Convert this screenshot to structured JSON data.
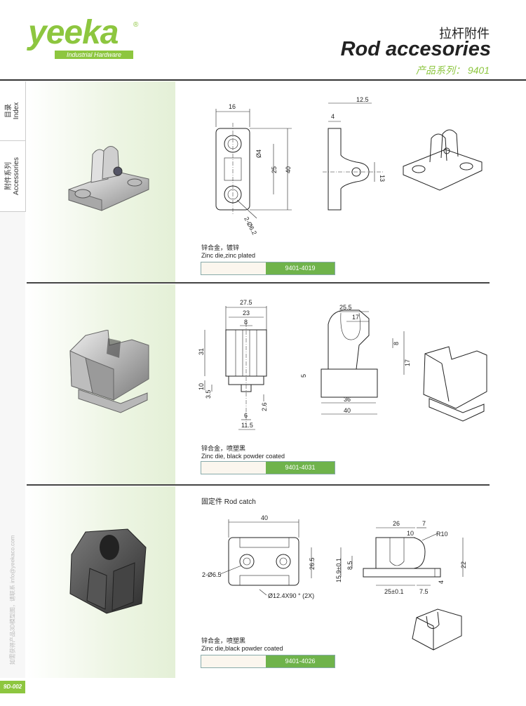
{
  "header": {
    "brand": "yeeka",
    "brand_sub": "Industrial Hardware",
    "registered_mark": "®",
    "title_cn": "拉杆附件",
    "title_en": "Rod accesories",
    "series": "产品系列： 9401"
  },
  "sidebar": {
    "tabs": [
      {
        "cn": "目录",
        "en": "Index"
      },
      {
        "cn": "附件系列",
        "en": "Accessories"
      }
    ],
    "note": "如需获得产品3D模型图，请联系 info@yeekaco.com",
    "page_number": "9D-002"
  },
  "products": [
    {
      "caption_cn": "锌合金，镀锌",
      "caption_en": "Zinc die,zinc plated",
      "code": "9401-4019",
      "dims_front": [
        "16",
        "Ø4",
        "25",
        "40",
        "2-Ø6.2"
      ],
      "dims_side": [
        "12.5",
        "4",
        "13"
      ]
    },
    {
      "caption_cn": "锌合金，喷塑黑",
      "caption_en": "Zinc die, black powder coated",
      "code": "9401-4031",
      "dims_front": [
        "27.5",
        "23",
        "8",
        "31",
        "10",
        "3.5",
        "2.6",
        "6",
        "11.5"
      ],
      "dims_side": [
        "25.5",
        "17",
        "8",
        "17",
        "5",
        "36",
        "40"
      ]
    },
    {
      "title": "固定件  Rod catch",
      "caption_cn": "锌合金，喷塑黑",
      "caption_en": "Zinc die,black powder coated",
      "code": "9401-4026",
      "dims_front": [
        "40",
        "2-Ø6.5",
        "26.5",
        "Ø12.4X90 ° (2X)"
      ],
      "dims_side": [
        "26",
        "7",
        "10",
        "R10",
        "15.9±0.1",
        "8.5",
        "22",
        "4",
        "25±0.1",
        "7.5"
      ]
    }
  ],
  "colors": {
    "accent": "#8dc63f",
    "code_bg": "#6fb34b",
    "rule": "#333333"
  }
}
